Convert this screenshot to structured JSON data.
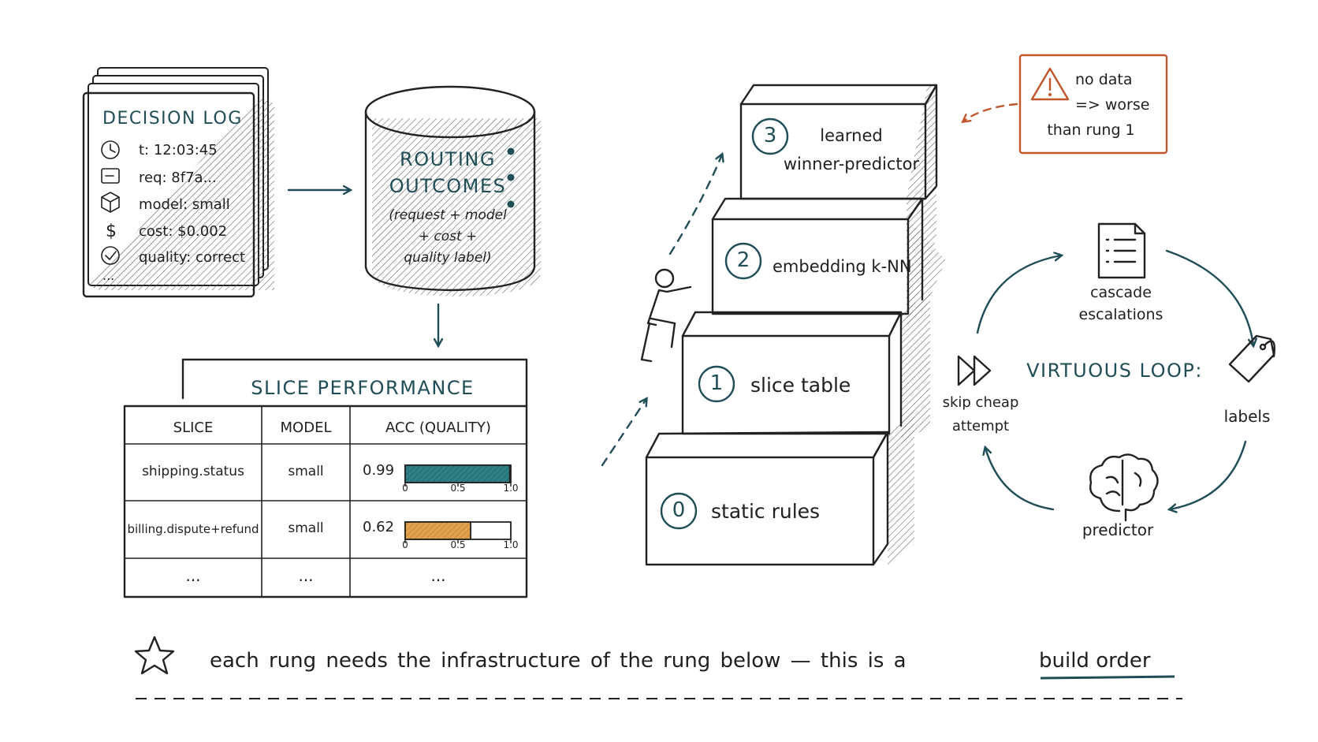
{
  "decision_log": {
    "title": "DECISION LOG",
    "fields": [
      {
        "icon": "clock-icon",
        "text": "t: 12:03:45"
      },
      {
        "icon": "request-icon",
        "text": "req: 8f7a..."
      },
      {
        "icon": "cube-icon",
        "text": "model: small"
      },
      {
        "icon": "dollar-icon",
        "text": "cost: $0.002"
      },
      {
        "icon": "check-circle-icon",
        "text": "quality: correct"
      }
    ],
    "ellipsis": "..."
  },
  "routing_outcomes": {
    "title_line1": "ROUTING",
    "title_line2": "OUTCOMES",
    "desc_line1": "(request + model",
    "desc_line2": "+ cost +",
    "desc_line3": "quality label)"
  },
  "slice_performance": {
    "title": "SLICE PERFORMANCE",
    "columns": [
      "SLICE",
      "MODEL",
      "ACC (QUALITY)"
    ],
    "rows": [
      {
        "slice": "shipping.status",
        "model": "small",
        "acc": "0.99",
        "acc_value": 0.99,
        "bar_color": "#2e7f86"
      },
      {
        "slice": "billing.dispute+refund",
        "model": "small",
        "acc": "0.62",
        "acc_value": 0.62,
        "bar_color": "#e0a24e"
      }
    ],
    "axis_ticks": [
      "0",
      "0.5",
      "1.0"
    ],
    "ellipsis_row": [
      "...",
      "...",
      "..."
    ]
  },
  "staircase": {
    "rungs": [
      {
        "number": "0",
        "label": "static rules"
      },
      {
        "number": "1",
        "label": "slice table"
      },
      {
        "number": "2",
        "label": "embedding k-NN"
      },
      {
        "number": "3",
        "label_line1": "learned",
        "label_line2": "winner-predictor"
      }
    ]
  },
  "warning": {
    "icon": "warning-triangle-icon",
    "line1": "no data",
    "line2": "=> worse",
    "line3": "than rung 1"
  },
  "loop": {
    "title": "VIRTUOUS LOOP:",
    "nodes": {
      "cascade_line1": "cascade",
      "cascade_line2": "escalations",
      "labels": "labels",
      "predictor": "predictor",
      "skip_line1": "skip cheap",
      "skip_line2": "attempt"
    }
  },
  "footer": {
    "text": "each rung needs the infrastructure of the rung below — this is a",
    "emphasis": "build order"
  },
  "colors": {
    "teal": "#1f4e57",
    "warning_orange": "#c0562a",
    "ink": "#222222"
  }
}
